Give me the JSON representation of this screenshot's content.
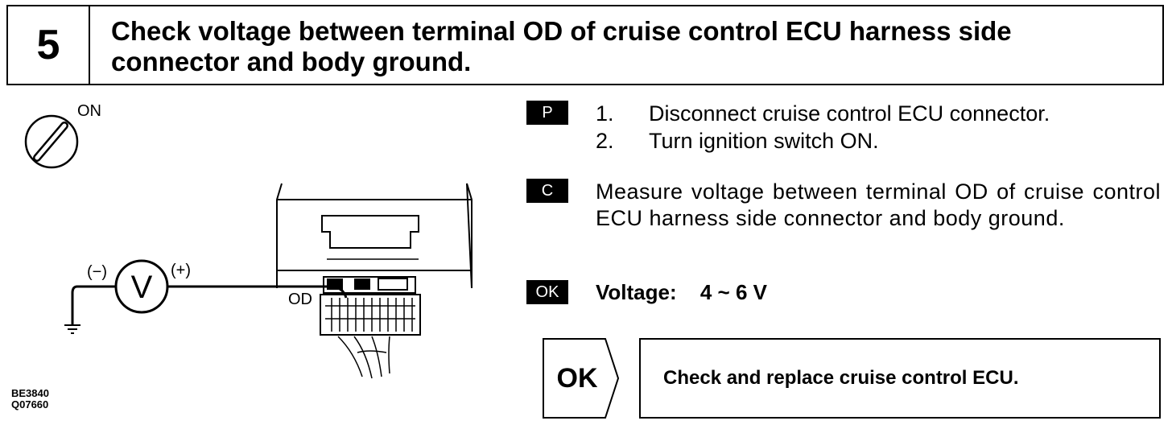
{
  "header": {
    "step_number": "5",
    "title_line1": "Check voltage between terminal OD of cruise control ECU harness side",
    "title_line2": "connector and body ground."
  },
  "diagram": {
    "ignition_label": "ON",
    "meter_symbol": "V",
    "minus_label": "(−)",
    "plus_label": "(+)",
    "terminal_label": "OD",
    "code_line1": "BE3840",
    "code_line2": "Q07660"
  },
  "prep": {
    "tag": "P",
    "steps": [
      {
        "num": "1.",
        "text": "Disconnect cruise control ECU connector."
      },
      {
        "num": "2.",
        "text": "Turn ignition switch ON."
      }
    ]
  },
  "check": {
    "tag": "C",
    "text": "Measure voltage between terminal OD of cruise control ECU harness side connector and body ground."
  },
  "spec": {
    "tag": "OK",
    "label": "Voltage:",
    "value": "4 ~ 6 V"
  },
  "result": {
    "ok_label": "OK",
    "action": "Check and replace cruise control ECU."
  }
}
